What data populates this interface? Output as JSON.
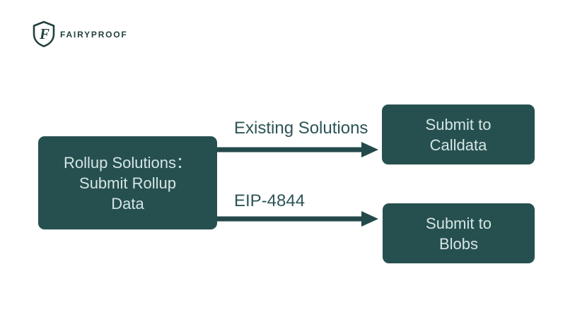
{
  "logo": {
    "brand": "FAIRYPROOF",
    "icon": "shield-f-icon"
  },
  "diagram": {
    "source_node": {
      "lines": [
        "Rollup Solutions：",
        "Submit Rollup",
        "Data"
      ]
    },
    "branches": [
      {
        "label": "Existing Solutions",
        "target_node": {
          "lines": [
            "Submit to",
            "Calldata"
          ]
        }
      },
      {
        "label": "EIP-4844",
        "target_node": {
          "lines": [
            "Submit to",
            "Blobs"
          ]
        }
      }
    ]
  },
  "colors": {
    "node_fill": "#26504f",
    "node_text": "#d5e5e5",
    "arrow": "#24494b",
    "branch_label_text": "#2d5456",
    "logo": "#22403d",
    "background": "#ffffff"
  }
}
